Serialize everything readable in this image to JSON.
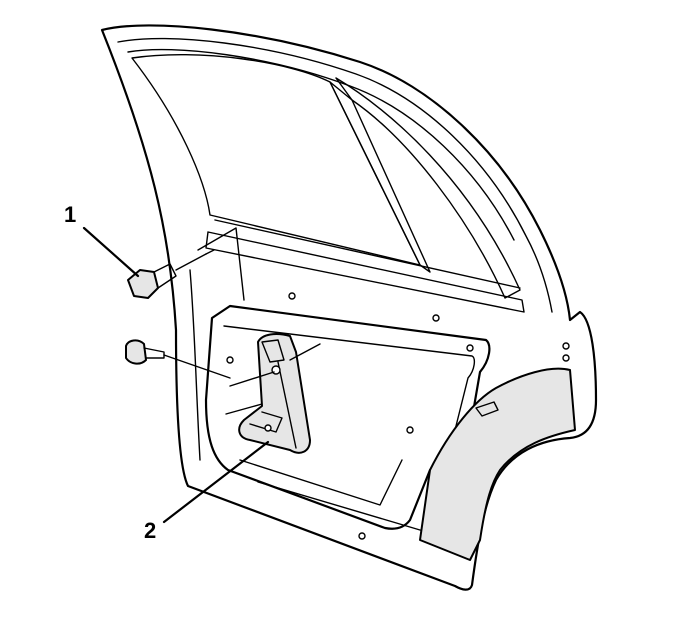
{
  "diagram": {
    "callouts": [
      {
        "id": "1",
        "text": "1"
      },
      {
        "id": "2",
        "text": "2"
      }
    ]
  }
}
